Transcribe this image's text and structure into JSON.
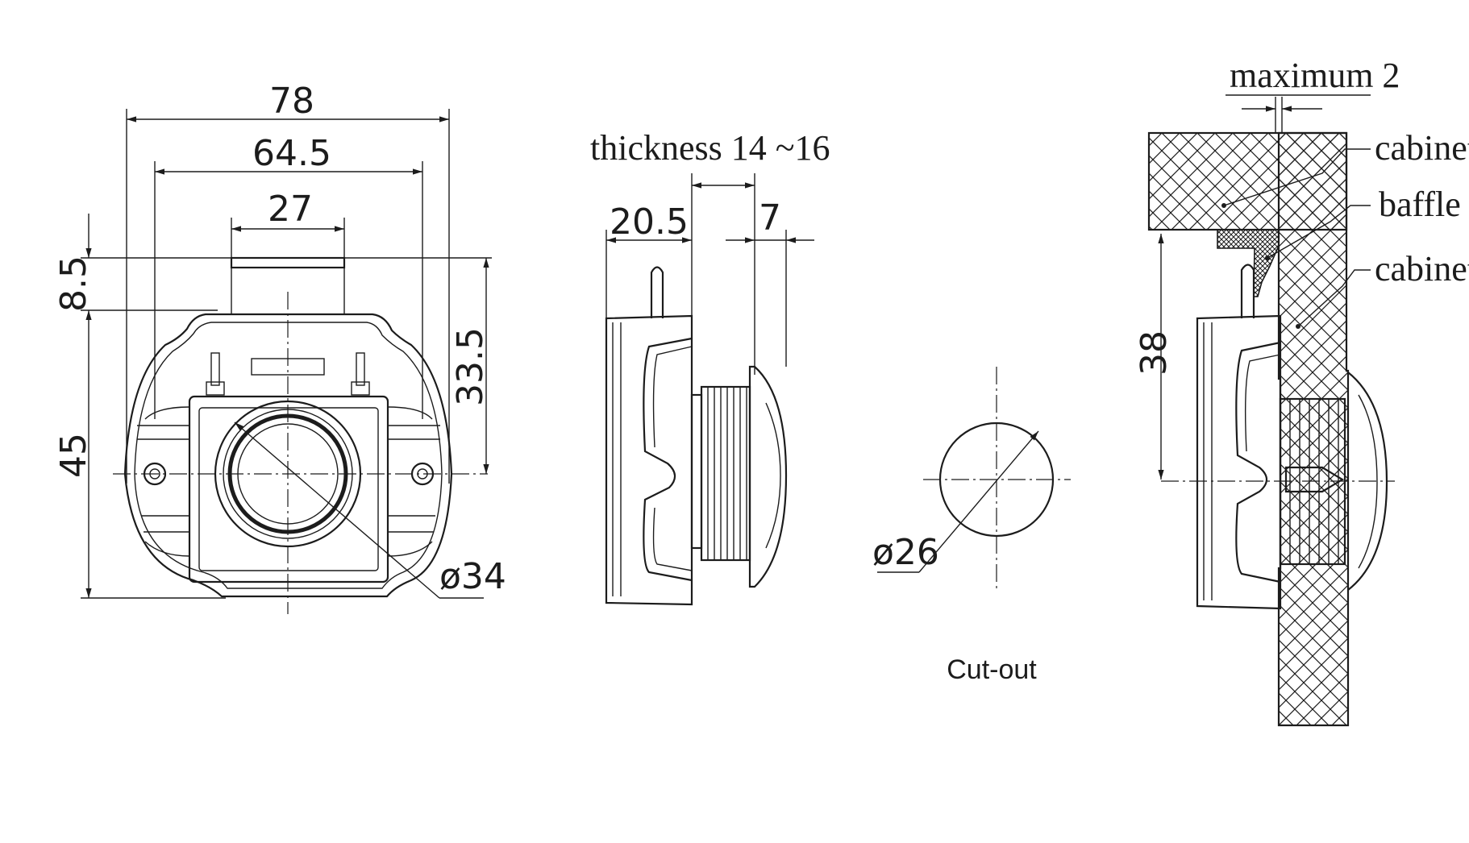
{
  "front_view": {
    "dim_overall_width": "78",
    "dim_hole_spacing": "64.5",
    "dim_strike_width": "27",
    "dim_strike_offset": "8.5",
    "dim_height": "45",
    "dim_center_to_top": "33.5",
    "dim_button_diameter": "ø34"
  },
  "side_view": {
    "thickness_label": "thickness 14 ~16",
    "dim_body_depth": "20.5",
    "dim_flange": "7"
  },
  "cutout_view": {
    "dim_hole_diameter": "ø26",
    "caption": "Cut-out"
  },
  "install_view": {
    "max_gap_label": "maximum 2",
    "dim_height": "38",
    "callout_cabinet_top": "cabinet",
    "callout_baffle": "baffle",
    "callout_cabinet_side": "cabinet"
  }
}
